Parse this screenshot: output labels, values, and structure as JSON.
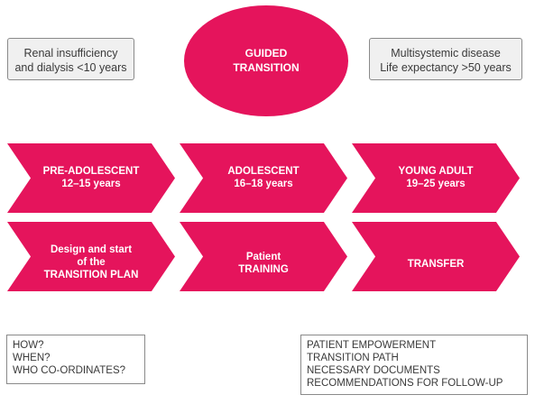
{
  "top": {
    "left_box": [
      "Renal insufficiency",
      "and dialysis <10 years"
    ],
    "center_ellipse": [
      "GUIDED",
      "TRANSITION"
    ],
    "right_box": [
      "Multisystemic disease",
      "Life expectancy >50 years"
    ]
  },
  "stages": [
    {
      "lines": [
        "PRE-ADOLESCENT",
        "12–15 years"
      ]
    },
    {
      "lines": [
        "ADOLESCENT",
        "16–18 years"
      ]
    },
    {
      "lines": [
        "YOUNG ADULT",
        "19–25 years"
      ]
    }
  ],
  "actions": [
    {
      "lines": [
        "Design and start",
        "of the",
        "TRANSITION PLAN"
      ]
    },
    {
      "lines": [
        "Patient",
        "TRAINING"
      ]
    },
    {
      "lines": [
        "TRANSFER"
      ]
    }
  ],
  "bottom": {
    "left_box": [
      "HOW?",
      "WHEN?",
      "WHO CO-ORDINATES?"
    ],
    "right_box": [
      "PATIENT EMPOWERMENT",
      "TRANSITION PATH",
      "NECESSARY DOCUMENTS",
      "RECOMMENDATIONS FOR FOLLOW-UP"
    ]
  },
  "colors": {
    "accent": "#e5145c",
    "box_fill": "#f0f0f0",
    "border": "#8a8a8a",
    "text": "#3a3a3a"
  }
}
